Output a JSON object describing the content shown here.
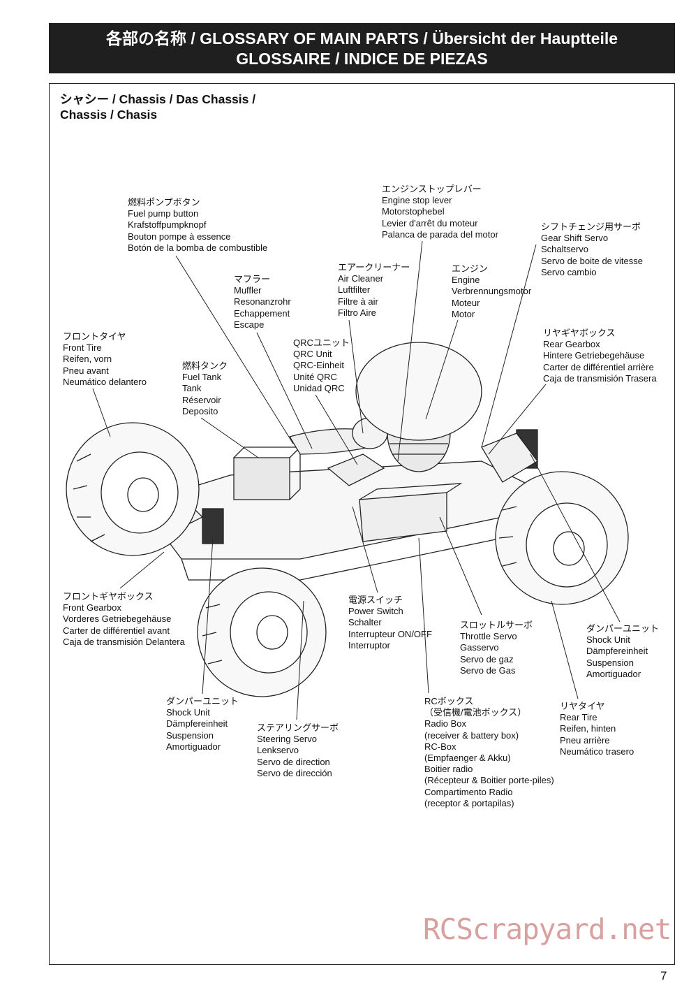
{
  "header": {
    "line1": "各部の名称 / GLOSSARY OF MAIN PARTS / Übersicht der Hauptteile",
    "line2": "GLOSSAIRE / INDICE DE PIEZAS"
  },
  "section": {
    "title_line1": "シャシー /  Chassis / Das Chassis /",
    "title_line2": "Chassis / Chasis"
  },
  "parts": {
    "fuel_pump": [
      "燃料ポンプボタン",
      "Fuel pump button",
      "Krafstoffpumpknopf",
      "Bouton pompe à essence",
      "Botón de la bomba de combustible"
    ],
    "engine_stop": [
      "エンジンストップレバー",
      "Engine stop lever",
      "Motorstophebel",
      "Levier d'arrêt du moteur",
      "Palanca de parada del motor"
    ],
    "gear_shift": [
      "シフトチェンジ用サーボ",
      "Gear Shift Servo",
      "Schaltservo",
      "Servo de boite de vitesse",
      "Servo cambio"
    ],
    "muffler": [
      "マフラー",
      "Muffler",
      "Resonanzrohr",
      "Echappement",
      "Escape"
    ],
    "air_cleaner": [
      "エアークリーナー",
      "Air Cleaner",
      "Luftfilter",
      "Filtre à air",
      "Filtro Aire"
    ],
    "engine": [
      "エンジン",
      "Engine",
      "Verbrennungsmotor",
      "Moteur",
      "Motor"
    ],
    "front_tire": [
      "フロントタイヤ",
      "Front Tire",
      "Reifen, vorn",
      "Pneu avant",
      "Neumático delantero"
    ],
    "qrc": [
      "QRCユニット",
      "QRC Unit",
      "QRC-Einheit",
      "Unité QRC",
      "Unidad QRC"
    ],
    "fuel_tank": [
      "燃料タンク",
      "Fuel Tank",
      "Tank",
      "Réservoir",
      "Deposito"
    ],
    "rear_gearbox": [
      "リヤギヤボックス",
      "Rear Gearbox",
      "Hintere Getriebegehäuse",
      "Carter de différentiel arrière",
      "Caja de transmisión Trasera"
    ],
    "front_gearbox": [
      "フロントギヤボックス",
      "Front Gearbox",
      "Vorderes Getriebegehäuse",
      "Carter de différentiel avant",
      "Caja de transmisión Delantera"
    ],
    "power_switch": [
      "電源スイッチ",
      "Power Switch",
      "Schalter",
      "Interrupteur ON/OFF",
      "Interruptor"
    ],
    "throttle_servo": [
      "スロットルサーボ",
      "Throttle Servo",
      "Gasservo",
      "Servo de gaz",
      "Servo de Gas"
    ],
    "shock_rear": [
      "ダンパーユニット",
      "Shock Unit",
      "Dämpfereinheit",
      "Suspension",
      "Amortiguador"
    ],
    "shock_front": [
      "ダンパーユニット",
      "Shock Unit",
      "Dämpfereinheit",
      "Suspension",
      "Amortiguador"
    ],
    "steering_servo": [
      "ステアリングサーボ",
      "Steering Servo",
      "Lenkservo",
      "Servo de direction",
      "Servo de dirección"
    ],
    "radio_box": [
      "RCボックス",
      "（受信機/電池ボックス）",
      "Radio Box",
      " (receiver & battery box)",
      "RC-Box",
      " (Empfaenger & Akku)",
      "Boitier radio",
      " (Récepteur & Boitier porte-piles)",
      "Compartimento Radio",
      " (receptor & portapilas)"
    ],
    "rear_tire": [
      "リヤタイヤ",
      "Rear Tire",
      "Reifen, hinten",
      "Pneu arrière",
      "Neumático trasero"
    ]
  },
  "watermark": "RCScrapyard.net",
  "page_number": "7"
}
